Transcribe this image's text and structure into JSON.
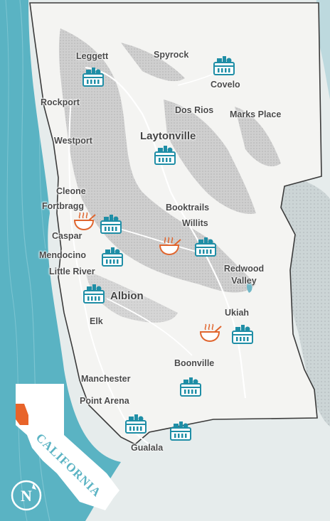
{
  "towns": {
    "leggett": "Leggett",
    "spyrock": "Spyrock",
    "covelo": "Covelo",
    "rockport": "Rockport",
    "dos_rios": "Dos Rios",
    "marks_place": "Marks Place",
    "laytonville": "Laytonville",
    "westport": "Westport",
    "cleone": "Cleone",
    "fortbragg": "Fortbragg",
    "booktrails": "Booktrails",
    "willits": "Willits",
    "caspar": "Caspar",
    "mendocino": "Mendocino",
    "redwood_valley": "Redwood Valley",
    "little_river": "Little River",
    "albion": "Albion",
    "ukiah": "Ukiah",
    "elk": "Elk",
    "boonville": "Boonville",
    "manchester": "Manchester",
    "point_arena": "Point Arena",
    "gualala": "Gualala"
  },
  "inset": {
    "label": "CALIFORNIA",
    "highlight_color": "#e8642a"
  },
  "compass": {
    "letter": "N"
  },
  "icons": {
    "pantry": "food-basket-icon",
    "meal": "hot-meal-bowl-icon"
  },
  "colors": {
    "ocean": "#5ab3c3",
    "land": "#f4f4f2",
    "forest": "#d2d2d2",
    "basket": "#1f8ea6",
    "bowl": "#e0652e",
    "border": "#3b3b3b",
    "road": "#ffffff"
  }
}
